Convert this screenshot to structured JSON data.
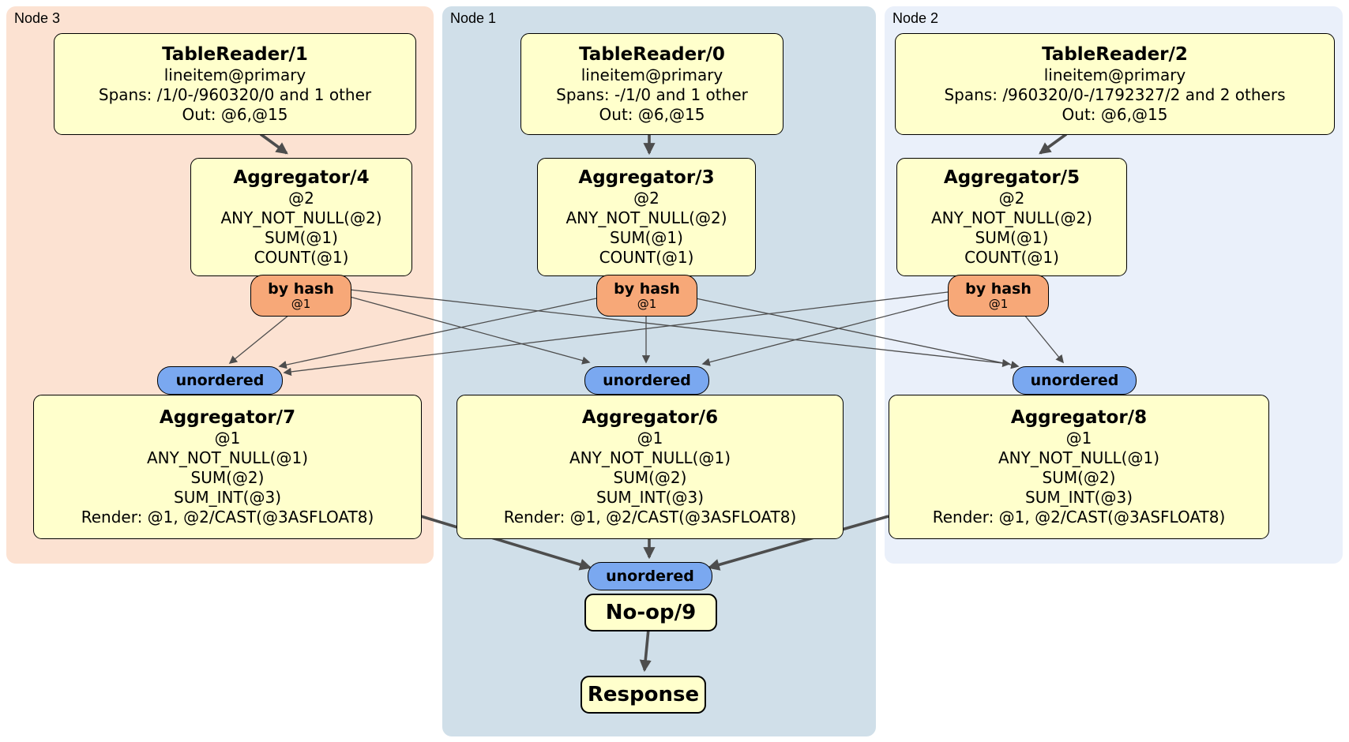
{
  "diagram": {
    "regions": [
      {
        "label": "Node 3",
        "color": "#fce2d2"
      },
      {
        "label": "Node 1",
        "color": "#d0dfe9"
      },
      {
        "label": "Node 2",
        "color": "#eaf0fa"
      }
    ],
    "processors": {
      "tr1": {
        "title": "TableReader/1",
        "lines": [
          "lineitem@primary",
          "Spans: /1/0-/960320/0 and 1 other",
          "Out: @6,@15"
        ]
      },
      "tr0": {
        "title": "TableReader/0",
        "lines": [
          "lineitem@primary",
          "Spans: -/1/0 and 1 other",
          "Out: @6,@15"
        ]
      },
      "tr2": {
        "title": "TableReader/2",
        "lines": [
          "lineitem@primary",
          "Spans: /960320/0-/1792327/2 and 2 others",
          "Out: @6,@15"
        ]
      },
      "agg4": {
        "title": "Aggregator/4",
        "lines": [
          "@2",
          "ANY_NOT_NULL(@2)",
          "SUM(@1)",
          "COUNT(@1)"
        ]
      },
      "agg3": {
        "title": "Aggregator/3",
        "lines": [
          "@2",
          "ANY_NOT_NULL(@2)",
          "SUM(@1)",
          "COUNT(@1)"
        ]
      },
      "agg5": {
        "title": "Aggregator/5",
        "lines": [
          "@2",
          "ANY_NOT_NULL(@2)",
          "SUM(@1)",
          "COUNT(@1)"
        ]
      },
      "agg7": {
        "title": "Aggregator/7",
        "lines": [
          "@1",
          "ANY_NOT_NULL(@1)",
          "SUM(@2)",
          "SUM_INT(@3)",
          "Render: @1, @2/CAST(@3ASFLOAT8)"
        ]
      },
      "agg6": {
        "title": "Aggregator/6",
        "lines": [
          "@1",
          "ANY_NOT_NULL(@1)",
          "SUM(@2)",
          "SUM_INT(@3)",
          "Render: @1, @2/CAST(@3ASFLOAT8)"
        ]
      },
      "agg8": {
        "title": "Aggregator/8",
        "lines": [
          "@1",
          "ANY_NOT_NULL(@1)",
          "SUM(@2)",
          "SUM_INT(@3)",
          "Render: @1, @2/CAST(@3ASFLOAT8)"
        ]
      },
      "noop": {
        "title": "No-op/9"
      },
      "response": {
        "title": "Response"
      }
    },
    "routers": {
      "hash_label": "by hash",
      "hash_key": "@1",
      "sync_label": "unordered"
    },
    "colors": {
      "processor_fill": "#ffffcc",
      "hash_router_fill": "#f7a878",
      "sync_fill": "#7aa8f0",
      "node3_region": "#fce2d2",
      "node1_region": "#d0dfe9",
      "node2_region": "#eaf0fa",
      "edge": "#4d4d4d"
    }
  }
}
